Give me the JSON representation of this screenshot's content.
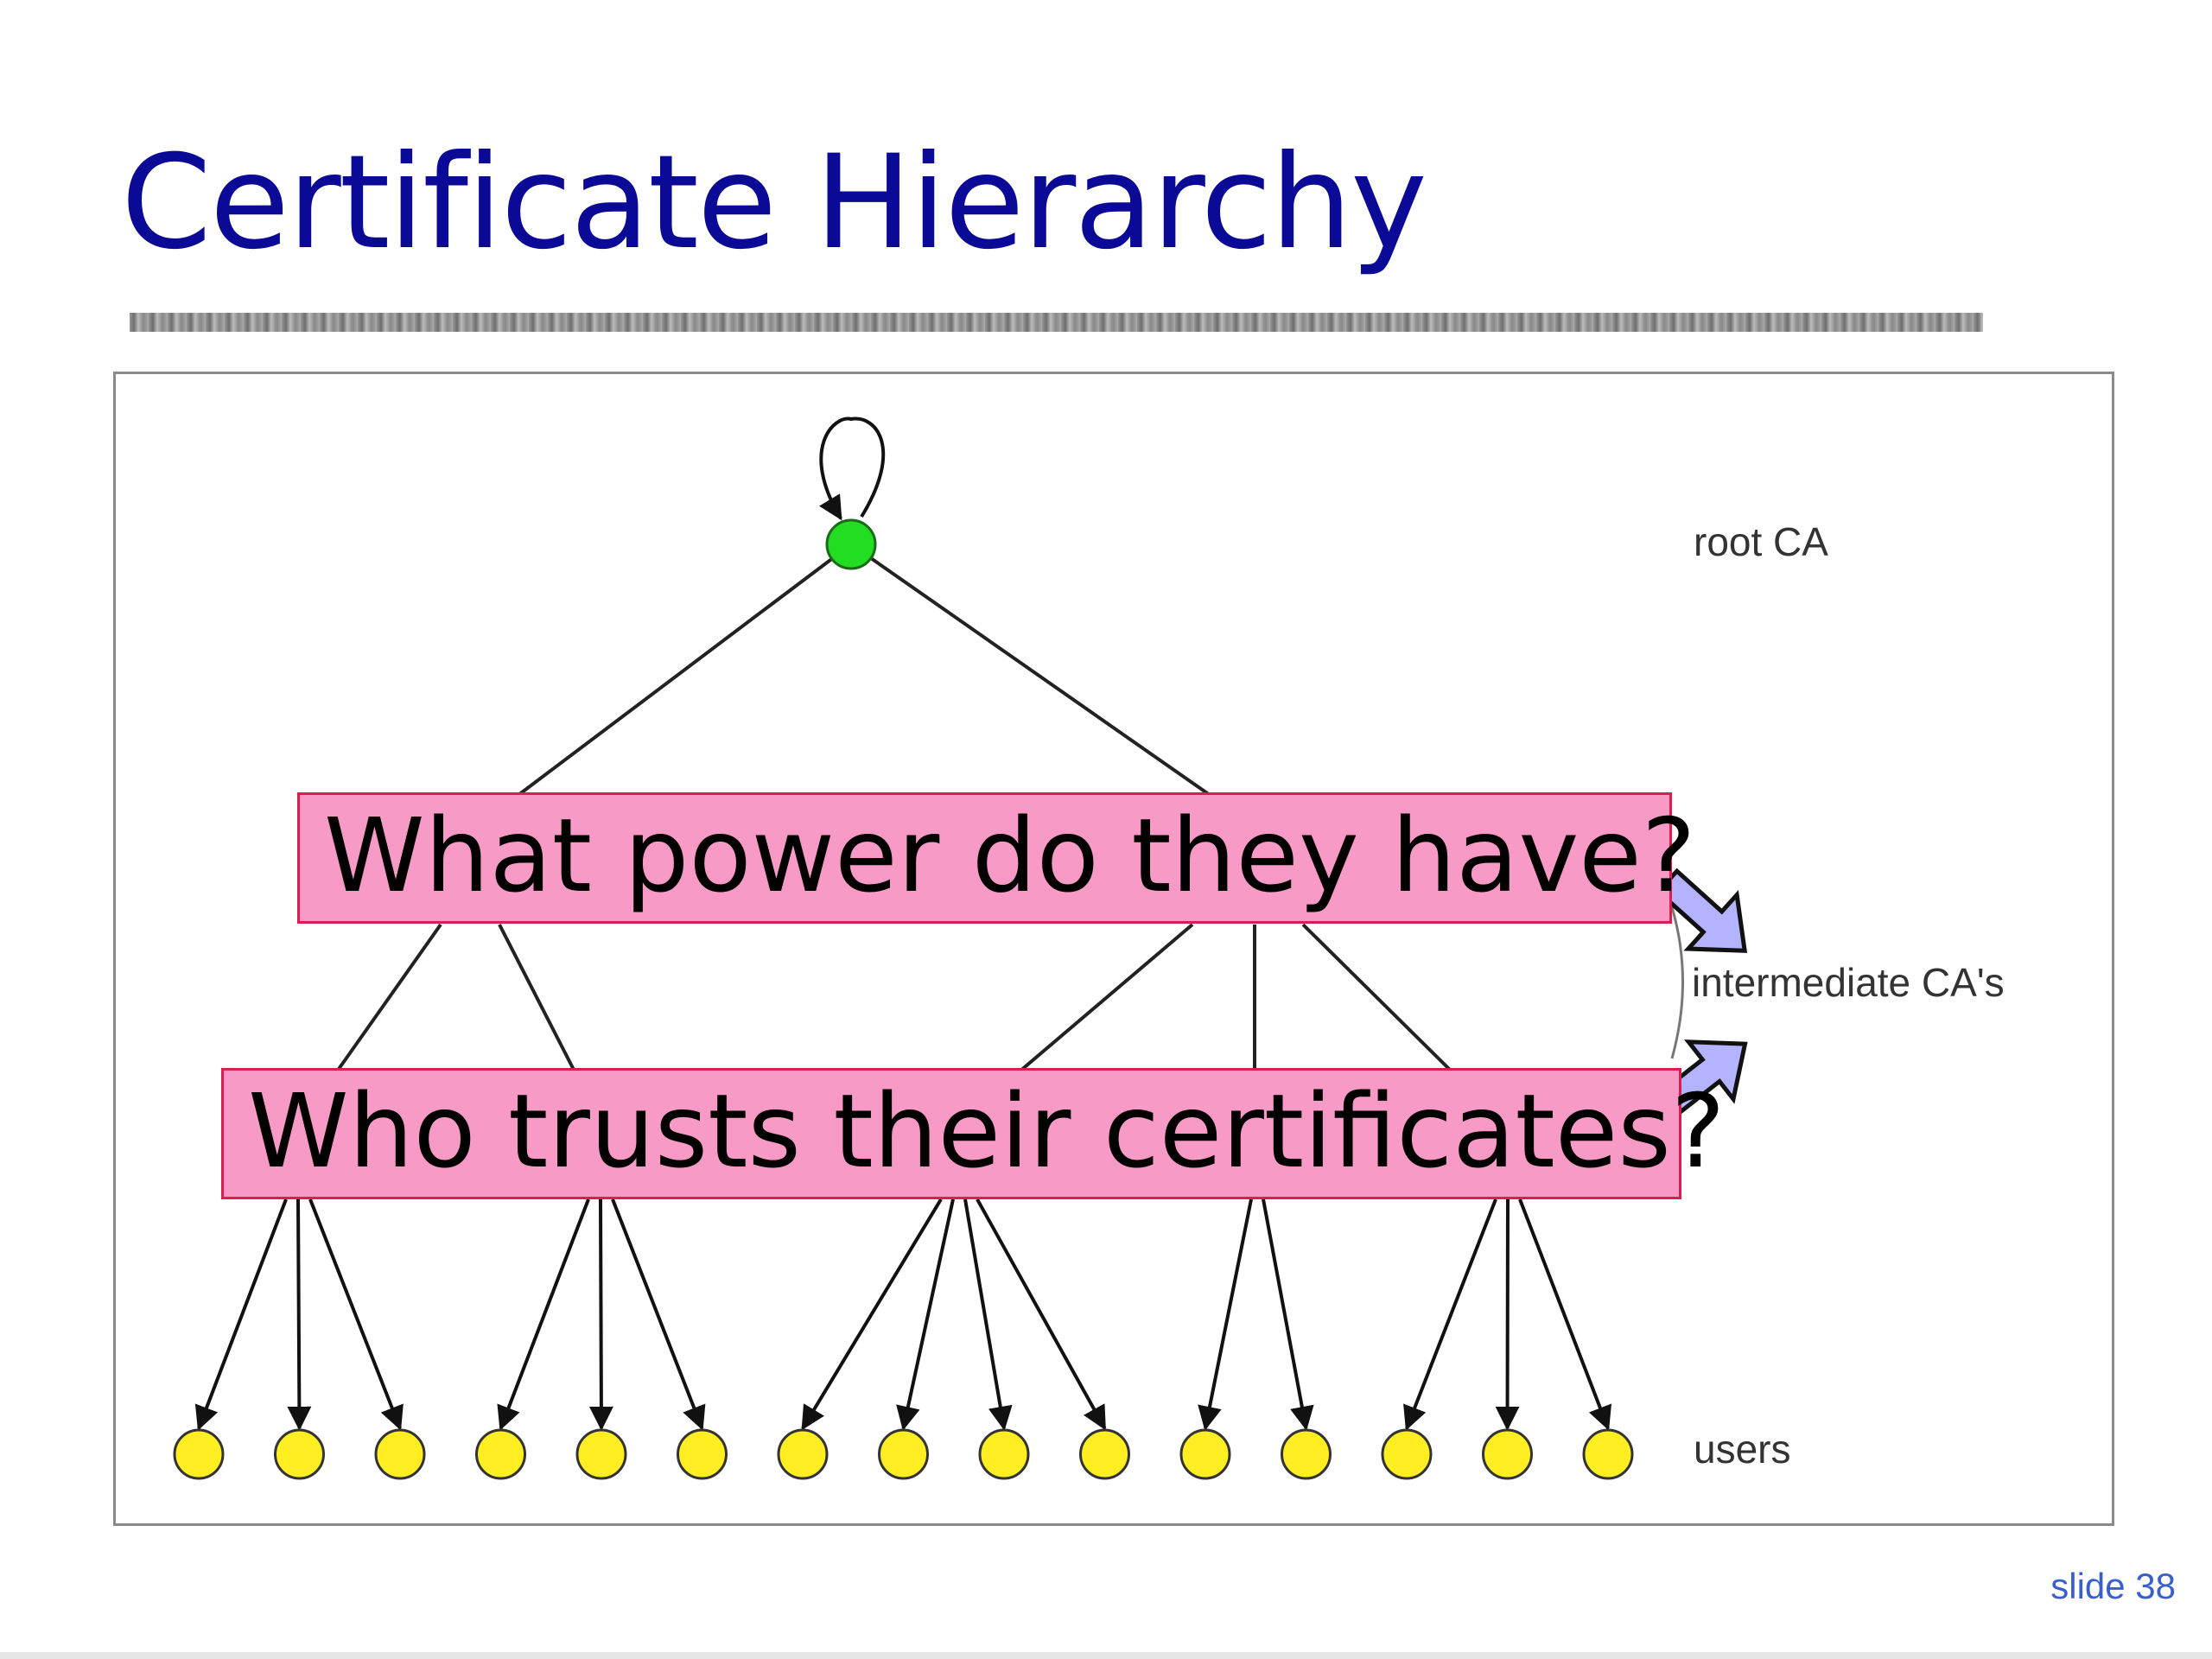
{
  "slide": {
    "title": "Certificate Hierarchy",
    "number_label": "slide 38"
  },
  "diagram": {
    "levels": [
      {
        "label": "root CA",
        "nodes": 1,
        "color": "#22dd22"
      },
      {
        "label": "intermediate CA's",
        "nodes": 5,
        "color": "#ffffff"
      },
      {
        "label": "users",
        "nodes": 15,
        "color": "#ffee22"
      }
    ],
    "root_self_loop": true,
    "users_per_intermediate": [
      3,
      3,
      4,
      2,
      3
    ]
  },
  "callouts": [
    {
      "text": "What power do they have?",
      "color": "#f79ac5"
    },
    {
      "text": "Who trusts their certificates?",
      "color": "#f79ac5"
    }
  ],
  "colors": {
    "title": "#0a0a96",
    "callout_border": "#d81f4f",
    "arrow_fill": "#b3b3ff",
    "slide_number": "#3a5fcd"
  }
}
